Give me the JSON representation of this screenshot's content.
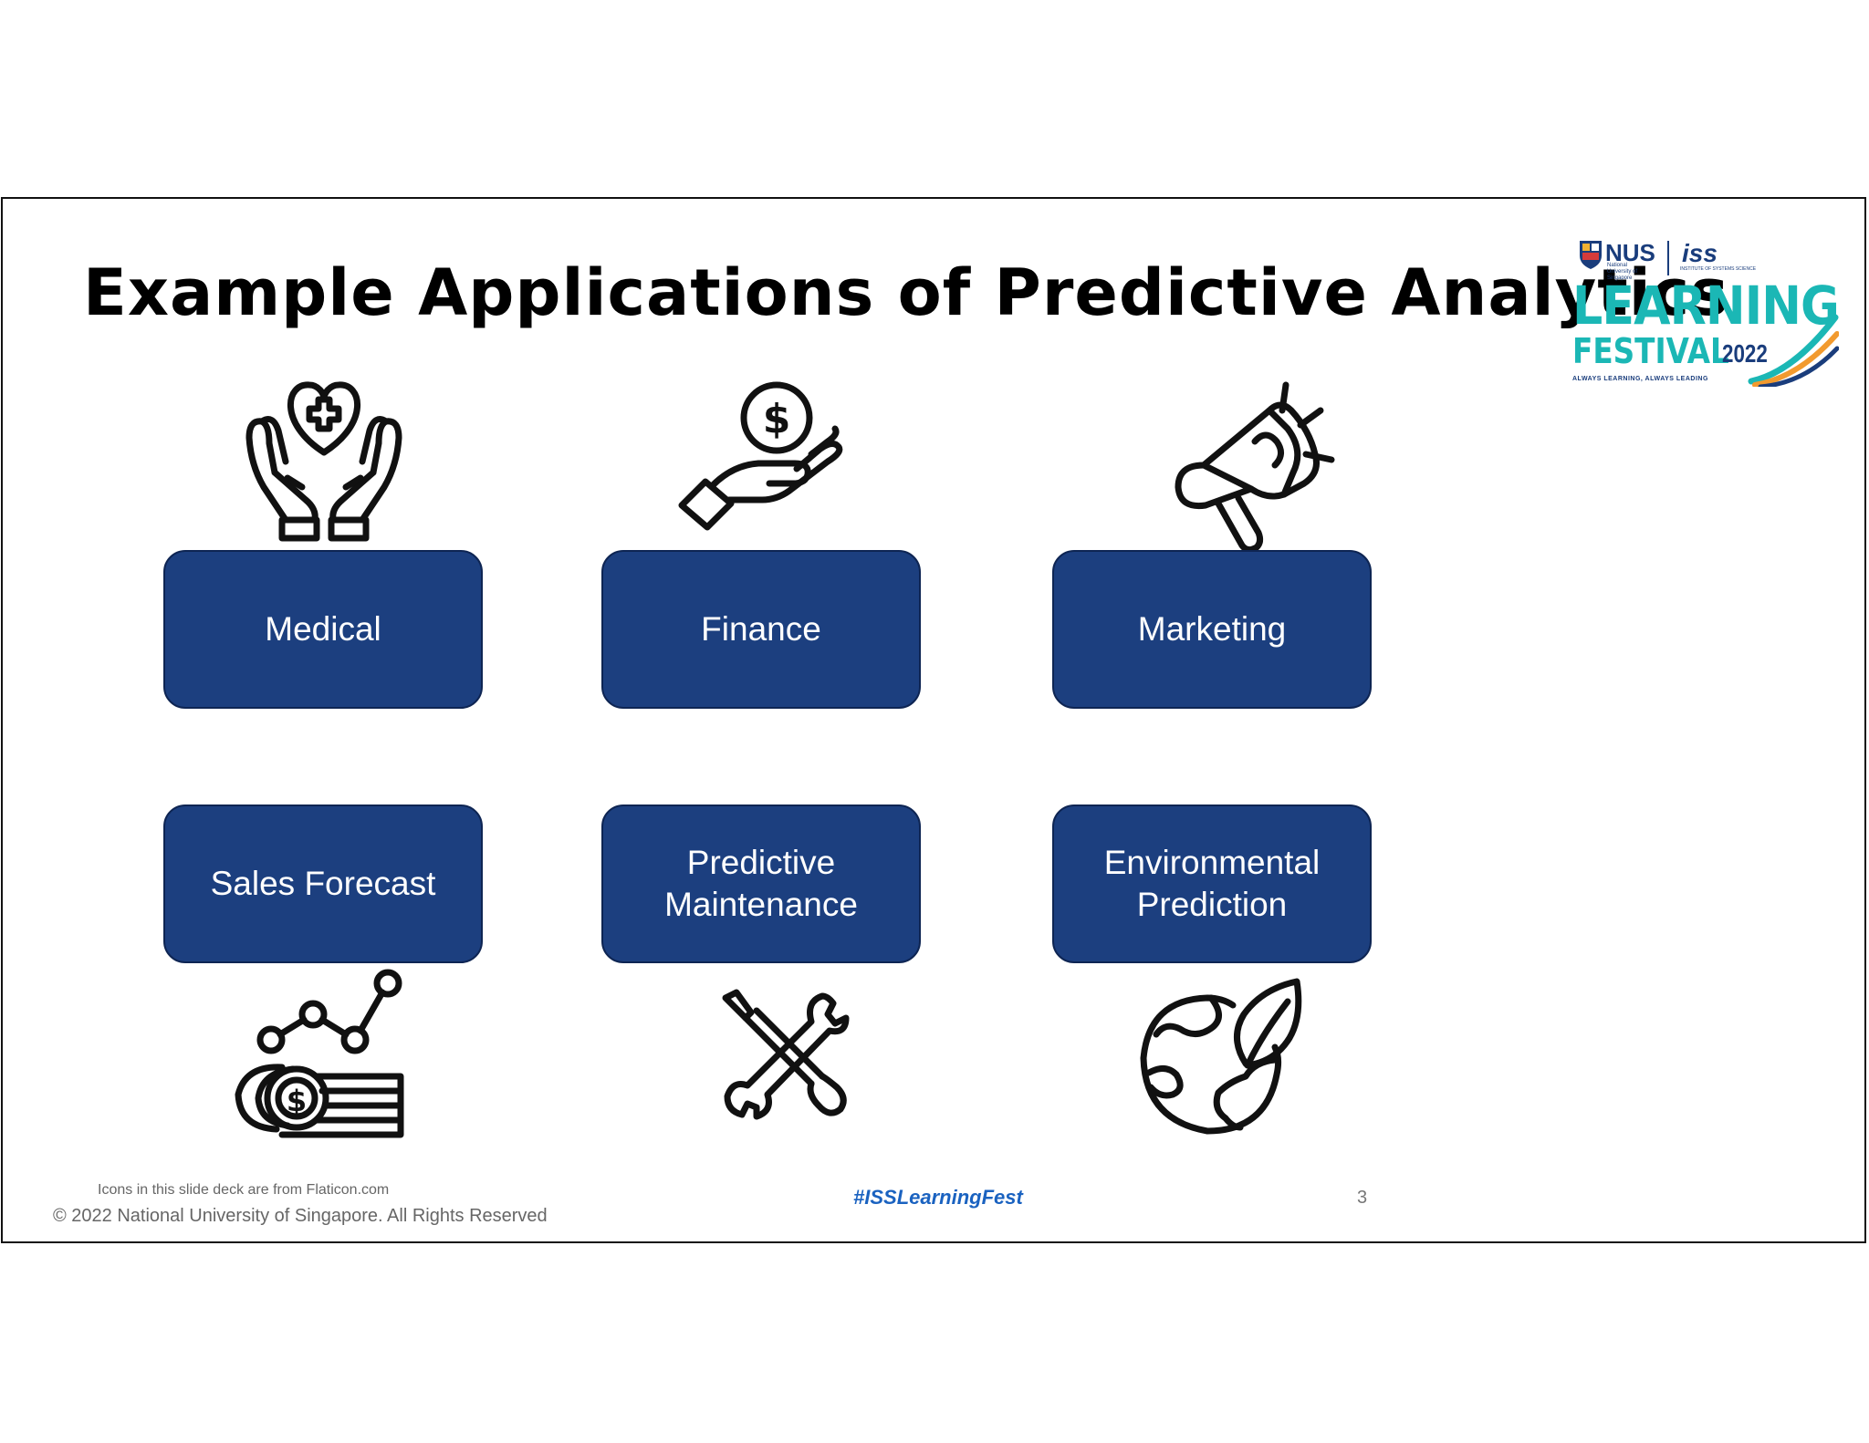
{
  "slide": {
    "title": "Example Applications of Predictive Analytics",
    "logo": {
      "nus": "NUS",
      "nus_sub": "National University of Singapore",
      "iss": "iss",
      "iss_sub": "INSTITUTE OF SYSTEMS SCIENCE",
      "learning": "LEARNING",
      "festival": "FESTIVAL",
      "year": "2022",
      "tagline": "ALWAYS LEARNING, ALWAYS LEADING",
      "colors": {
        "teal": "#1bb7b5",
        "navy": "#1a3d7c",
        "orange": "#f29a2e"
      }
    },
    "cards": [
      {
        "line1": "Medical",
        "line2": "",
        "icon": "care-hands-heart-icon"
      },
      {
        "line1": "Finance",
        "line2": "",
        "icon": "hand-coin-icon"
      },
      {
        "line1": "Marketing",
        "line2": "",
        "icon": "megaphone-icon"
      },
      {
        "line1": "Sales Forecast",
        "line2": "",
        "icon": "coins-growth-icon"
      },
      {
        "line1": "Predictive",
        "line2": "Maintenance",
        "icon": "wrench-screwdriver-icon"
      },
      {
        "line1": "Environmental",
        "line2": "Prediction",
        "icon": "earth-leaf-icon"
      }
    ],
    "card_color": "#1c3f7f",
    "footer": {
      "credit": "Icons in this slide deck are from Flaticon.com",
      "copyright": "© 2022 National University of Singapore. All Rights Reserved",
      "hashtag": "#ISSLearningFest",
      "page_number": "3"
    }
  }
}
